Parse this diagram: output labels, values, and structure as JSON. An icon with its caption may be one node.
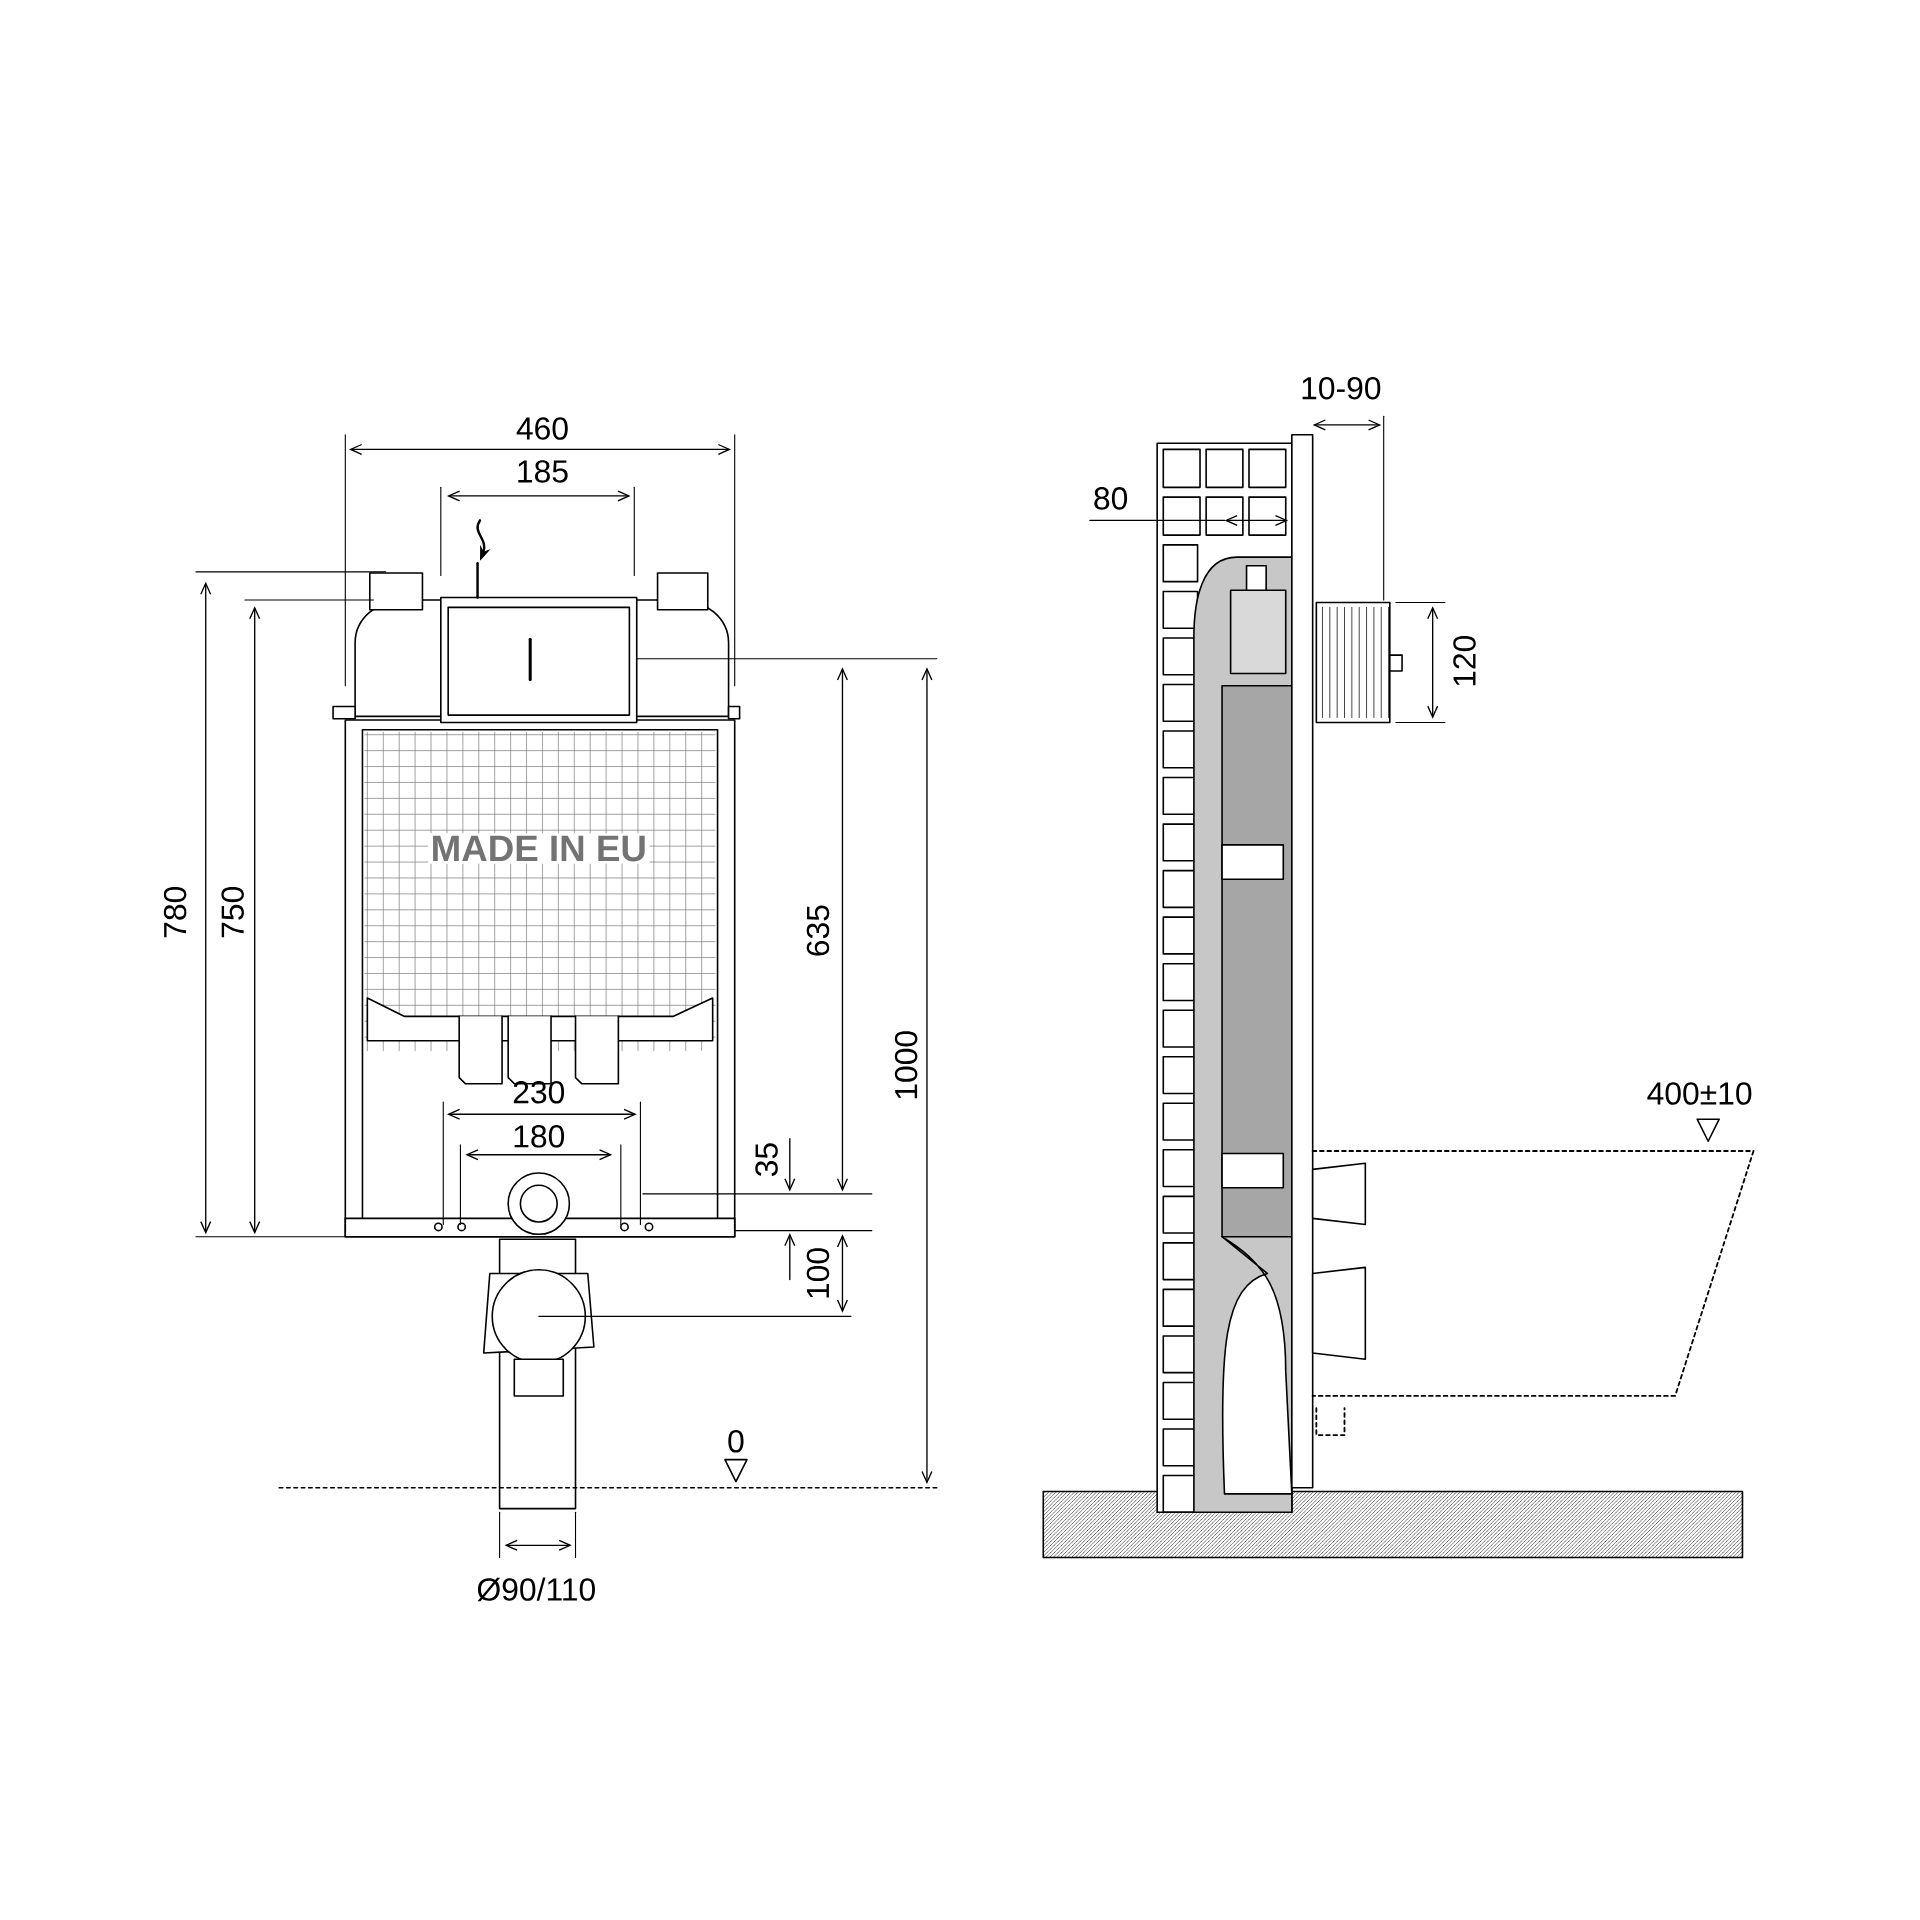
{
  "diagram": {
    "labels": [
      "460",
      "185",
      "MADE IN EU",
      "780",
      "750",
      "635",
      "1000",
      "230",
      "180",
      "35",
      "100",
      "0",
      "Ø90/110",
      "10-90",
      "80",
      "120",
      "400±10"
    ]
  }
}
